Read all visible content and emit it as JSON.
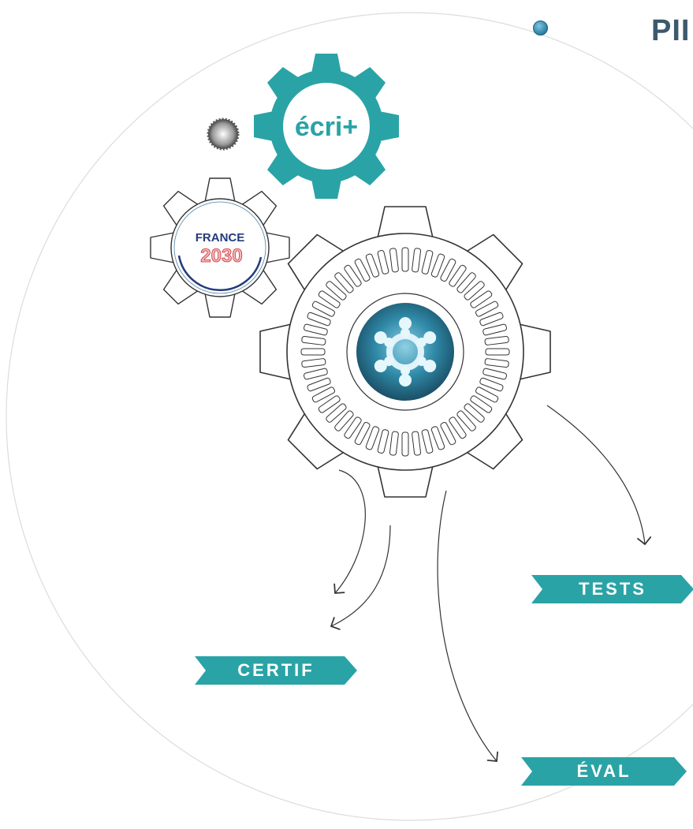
{
  "title": "PII",
  "logos": {
    "ecri": "écri+",
    "france_top": "FRANCE",
    "france_year": "2030"
  },
  "banners": {
    "tests": "TESTS",
    "certif": "CERTIF",
    "eval": "ÉVAL"
  },
  "colors": {
    "teal": "#2aa3a6",
    "title": "#3d5a6c",
    "orange": "#f39a1c",
    "navy": "#243a7a",
    "red": "#d0303a"
  }
}
